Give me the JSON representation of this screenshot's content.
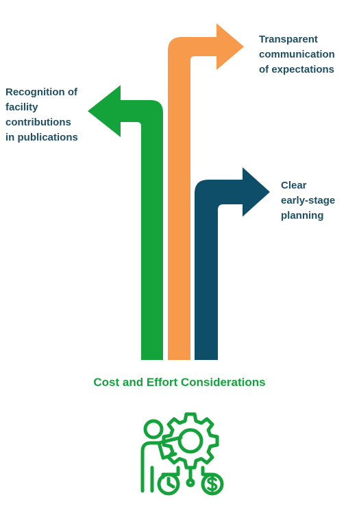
{
  "arrows": [
    {
      "id": "recognition",
      "label_lines": [
        "Recognition of",
        "facility",
        "contributions",
        "in publications"
      ],
      "color": "#14a23a",
      "direction": "left"
    },
    {
      "id": "transparent",
      "label_lines": [
        "Transparent",
        "communication",
        "of expectations"
      ],
      "color": "#f89a4c",
      "direction": "right"
    },
    {
      "id": "clear",
      "label_lines": [
        "Clear",
        "early-stage",
        "planning"
      ],
      "color": "#0f4e69",
      "direction": "right"
    }
  ],
  "caption": "Cost and Effort Considerations",
  "caption_color": "#12a33c",
  "label_color": "#1f4e63",
  "icon": {
    "name": "person-gear-clock-dollar-icon",
    "color": "#14a23a"
  }
}
